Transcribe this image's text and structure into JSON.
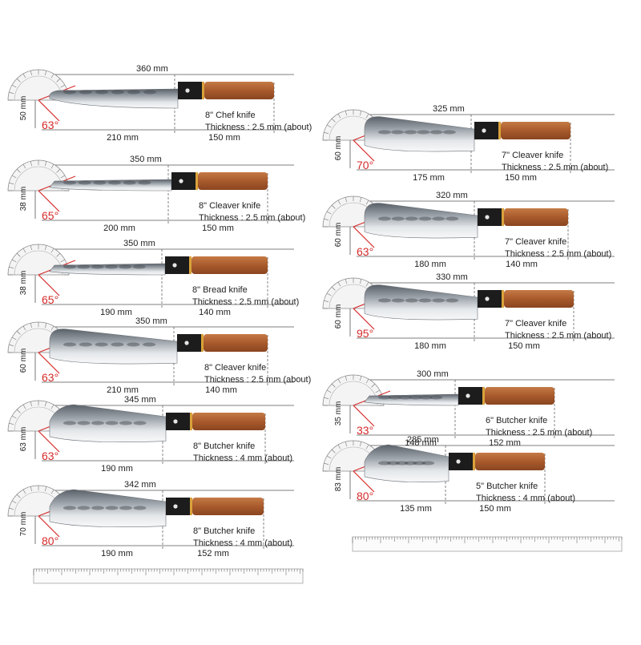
{
  "knives": [
    {
      "name": "8\" Chef knife",
      "thickness": "Thickness : 2.5 mm (about)",
      "total": "360 mm",
      "blade": "210 mm",
      "handle": "150 mm",
      "height": "50 mm",
      "angle": "63°",
      "shape": "chef"
    },
    {
      "name": "8\" Cleaver knife",
      "thickness": "Thickness : 2.5 mm (about)",
      "total": "350 mm",
      "blade": "200 mm",
      "handle": "150 mm",
      "height": "38 mm",
      "angle": "65°",
      "shape": "slim"
    },
    {
      "name": "8\" Bread knife",
      "thickness": "Thickness : 2.5 mm (about)",
      "total": "350 mm",
      "blade": "190 mm",
      "handle": "140 mm",
      "height": "38 mm",
      "angle": "65°",
      "shape": "slim"
    },
    {
      "name": "8\" Cleaver knife",
      "thickness": "Thickness : 2.5 mm (about)",
      "total": "350 mm",
      "blade": "210 mm",
      "handle": "140 mm",
      "height": "60 mm",
      "angle": "63°",
      "shape": "cleaver"
    },
    {
      "name": "8\" Butcher knife",
      "thickness": "Thickness : 4 mm (about)",
      "total": "345 mm",
      "blade": "190 mm",
      "handle": "",
      "height": "63 mm",
      "angle": "63°",
      "shape": "butcher"
    },
    {
      "name": "8\" Butcher knife",
      "thickness": "Thickness : 4 mm (about)",
      "total": "342 mm",
      "blade": "190 mm",
      "handle": "152 mm",
      "height": "70 mm",
      "angle": "80°",
      "shape": "butcher"
    },
    {
      "name": "7\" Cleaver knife",
      "thickness": "Thickness : 2.5 mm (about)",
      "total": "325 mm",
      "blade": "175 mm",
      "handle": "150 mm",
      "height": "60 mm",
      "angle": "70°",
      "shape": "cleaver"
    },
    {
      "name": "7\" Cleaver knife",
      "thickness": "Thickness : 2.5 mm (about)",
      "total": "320 mm",
      "blade": "180 mm",
      "handle": "140 mm",
      "height": "60 mm",
      "angle": "63°",
      "shape": "cleaver"
    },
    {
      "name": "7\" Cleaver knife",
      "thickness": "Thickness : 2.5 mm (about)",
      "total": "330 mm",
      "blade": "180 mm",
      "handle": "150 mm",
      "height": "60 mm",
      "angle": "95°",
      "shape": "cleaver"
    },
    {
      "name": "6\" Butcher knife",
      "thickness": "Thickness : 2.5 mm (about)",
      "total": "300 mm",
      "blade": "148 mm",
      "handle": "152 mm",
      "height": "35 mm",
      "angle": "33°",
      "shape": "slim"
    },
    {
      "name": "5\" Butcher knife",
      "thickness": "Thickness : 4 mm (about)",
      "total": "285 mm",
      "blade": "135 mm",
      "handle": "150 mm",
      "height": "83 mm",
      "angle": "80°",
      "shape": "butcher"
    }
  ],
  "colors": {
    "accent": "#d62b2b",
    "handle": "#b5683a",
    "handle_dark": "#1c1c1c",
    "bolster": "#d9a23a",
    "line": "#555555",
    "steel_light": "#e9ecef",
    "steel_dark": "#4a4f55"
  }
}
